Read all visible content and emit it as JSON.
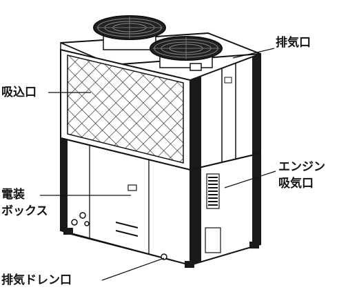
{
  "labels": {
    "exhaust_port": "排気口",
    "intake_port": "吸込口",
    "engine_intake_line1": "エンジン",
    "engine_intake_line2": "吸気口",
    "electrical_box_line1": "電装",
    "electrical_box_line2": "ボックス",
    "exhaust_drain_port": "排気ドレン口"
  }
}
